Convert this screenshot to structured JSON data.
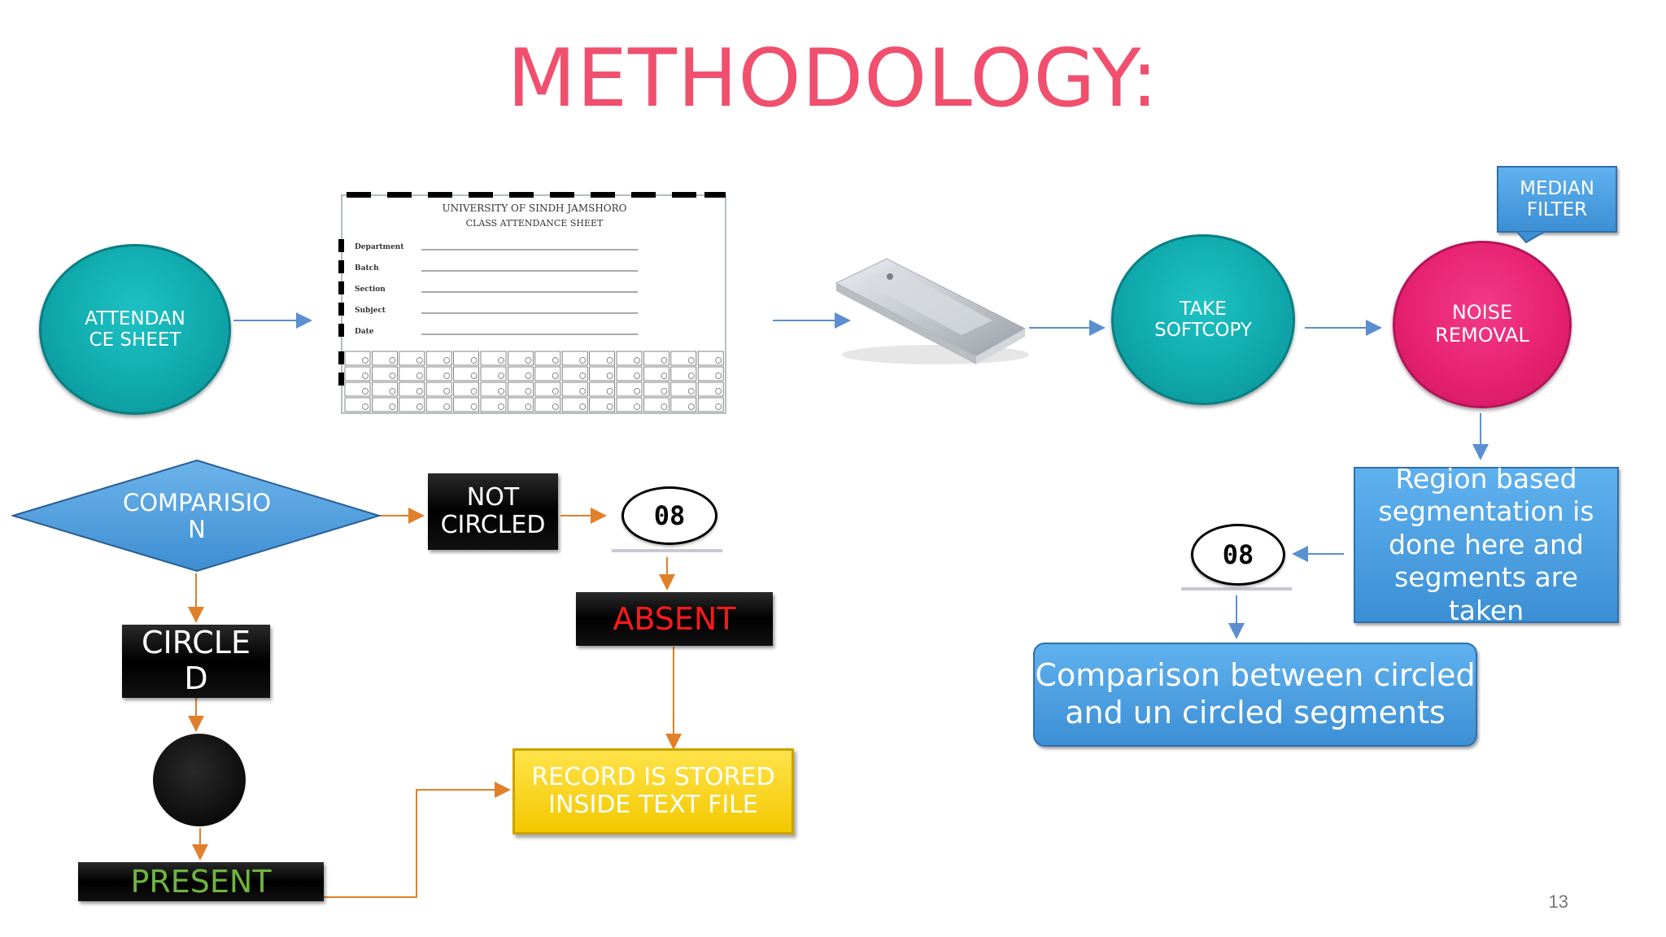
{
  "title": "METHODOLOGY:",
  "nodes": {
    "attendance_sheet": "ATTENDAN\nCE SHEET",
    "take_softcopy": "TAKE\nSOFTCOPY",
    "noise_removal": "NOISE\nREMOVAL",
    "median_filter": "MEDIAN\nFILTER",
    "region_segmentation": "Region based segmentation is done here and segments are taken",
    "comparison_segments": "Comparison between circled and un circled segments",
    "comparison": "COMPARISIO\nN",
    "not_circled": "NOT\nCIRCLED",
    "circled": "CIRCLE\nD",
    "absent": "ABSENT",
    "present": "PRESENT",
    "record_stored": "RECORD IS STORED\nINSIDE TEXT FILE",
    "mark_value_1": "08",
    "mark_value_2": "08"
  },
  "sheet": {
    "university": "UNIVERSITY OF SINDH JAMSHORO",
    "heading": "CLASS ATTENDANCE SHEET",
    "fields": [
      "Department",
      "Batch",
      "Section",
      "Subject",
      "Date"
    ]
  },
  "page_number": "13",
  "colors": {
    "title": "#f0506e",
    "teal": "#10aaad",
    "pink": "#e6206f",
    "blue_box": "#4a9ee2",
    "yellow_box": "#f5cf10",
    "absent_text": "#ff1a1a",
    "present_text": "#6fb43f",
    "arrow_blue": "#5b8fd0",
    "arrow_orange": "#e0802a"
  }
}
